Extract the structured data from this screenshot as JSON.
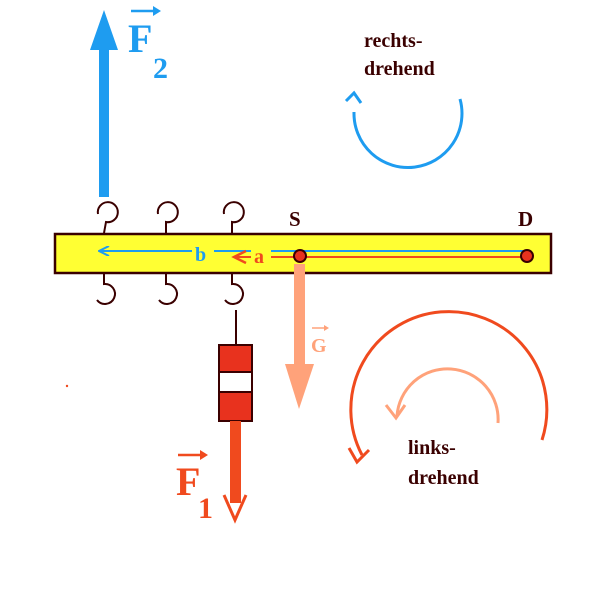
{
  "labels": {
    "f2_letter": "F",
    "f2_sub": "2",
    "f1_letter": "F",
    "f1_sub": "1",
    "g_letter": "G",
    "s": "S",
    "d": "D",
    "b": "b",
    "a": "a",
    "cw_line1": "rechts-",
    "cw_line2": "drehend",
    "ccw_line1": "links-",
    "ccw_line2": "drehend"
  },
  "colors": {
    "lever_fill": "#ffff33",
    "outline": "#3a0000",
    "f2_blue": "#1e9cf0",
    "f1_red": "#f04a1e",
    "g_salmon": "#ffa27a",
    "weight_red": "#e8321e",
    "point_red": "#e8321e",
    "text_dark": "#3a0000"
  }
}
